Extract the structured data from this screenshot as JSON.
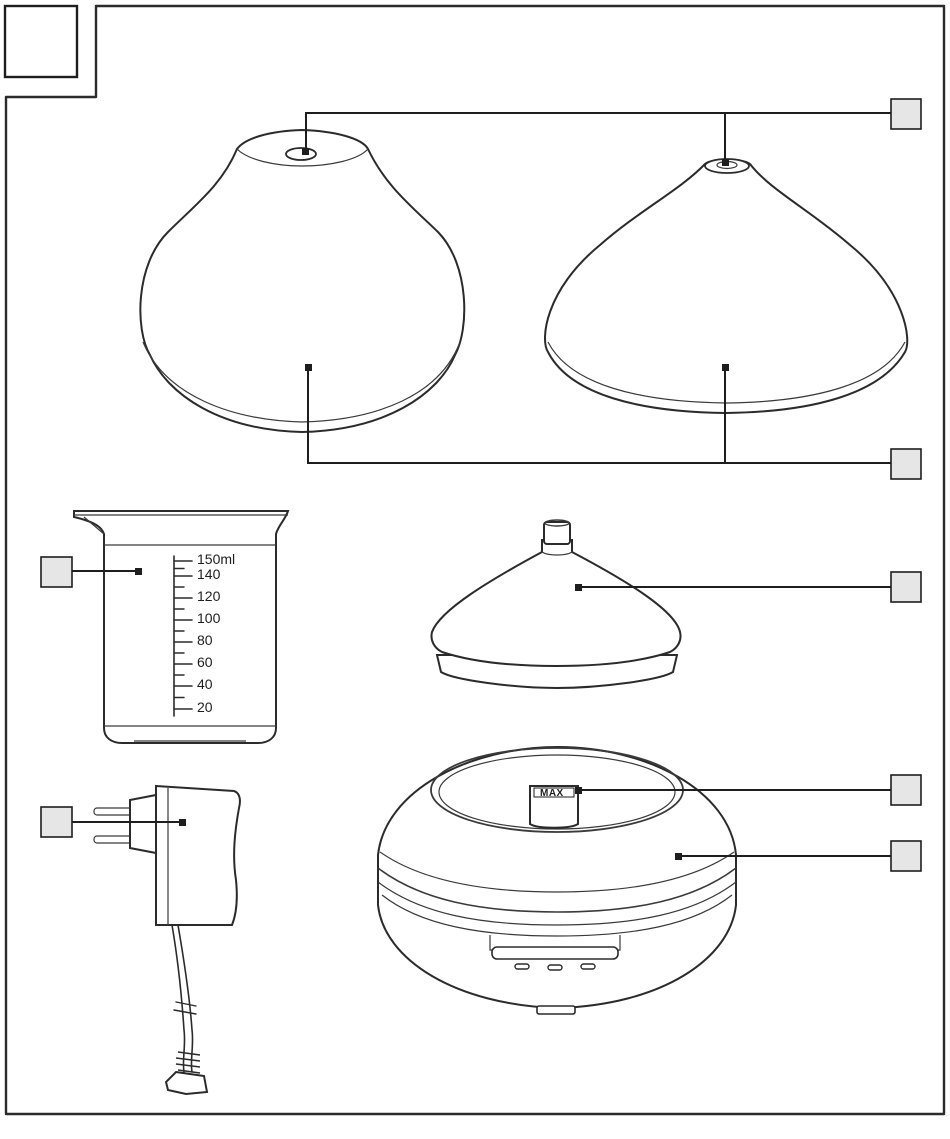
{
  "measuring_cup": {
    "scale_labels": [
      "150ml",
      "140",
      "120",
      "100",
      "80",
      "60",
      "40",
      "20"
    ]
  },
  "base_unit": {
    "max_marker": "MAX"
  },
  "callout_boxes": [
    "",
    "",
    "",
    "",
    "",
    "",
    ""
  ],
  "colors": {
    "line": "#2b2b2b",
    "callout_fill": "#e6e6e6",
    "background": "#ffffff"
  }
}
